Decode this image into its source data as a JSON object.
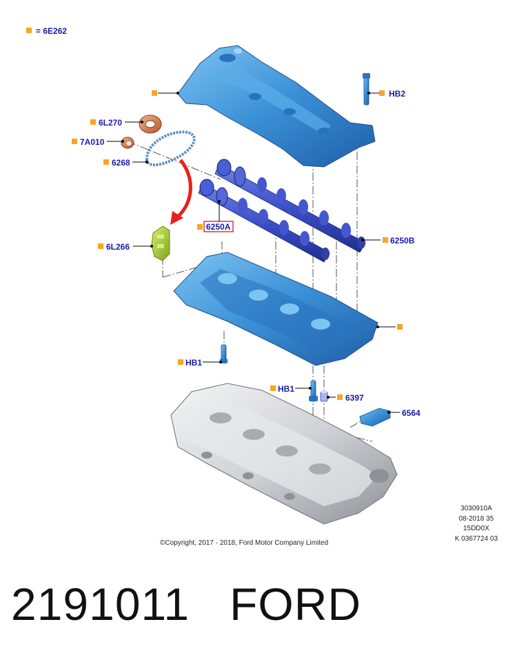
{
  "legend": {
    "text": "= 6E262",
    "color": "#f5a623"
  },
  "labels": {
    "hb2": "HB2",
    "l6l270": "6L270",
    "l7a010": "7A010",
    "l6268": "6268",
    "l6250a": "6250A",
    "l6250b": "6250B",
    "l6l266": "6L266",
    "hb1_left": "HB1",
    "hb1_center": "HB1",
    "l6397": "6397",
    "l6564": "6564"
  },
  "meta_lines": [
    "3030910A",
    "08-2018 35",
    "15DD0X",
    "K 0367724 03"
  ],
  "copyright": "©Copyright, 2017 - 2018, Ford Motor Company Limited",
  "part_number": "2191011",
  "brand": "FORD",
  "colors": {
    "label_text": "#1a1aa6",
    "label_square": "#f5a623",
    "part_blue": "#3a8fd6",
    "camshaft_blue": "#3b50c8",
    "highlight_border": "#d0021b",
    "arrow_red": "#e8201a",
    "guide_green": "#a6cc2a",
    "head_gray": "#cfd2d6"
  }
}
